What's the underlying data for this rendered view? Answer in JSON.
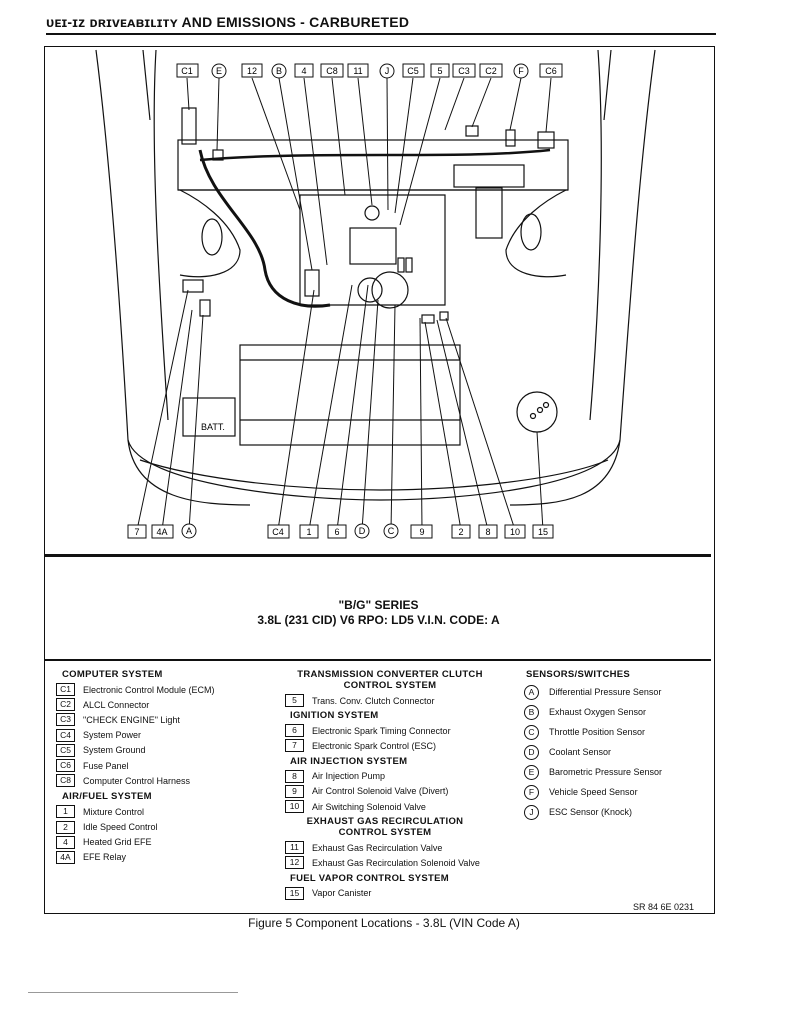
{
  "header": {
    "title": "ᴜᴇɪ-ɪᴢ ᴅʀɪᴠᴇᴀʙɪʟɪᴛʏ AND EMISSIONS - CARBURETED"
  },
  "diagram": {
    "top_labels": [
      "C1",
      "E",
      "12",
      "B",
      "4",
      "C8",
      "11",
      "J",
      "C5",
      "5",
      "C3",
      "C2",
      "F",
      "C6"
    ],
    "bottom_labels": [
      "7",
      "4A",
      "A",
      "C4",
      "1",
      "6",
      "D",
      "C",
      "9",
      "2",
      "8",
      "10",
      "15"
    ],
    "battery_label": "BATT."
  },
  "title_block": {
    "series": "\"B/G\" SERIES",
    "engine": "3.8L (231 CID) V6   RPO: LD5   V.I.N. CODE: A"
  },
  "legend": {
    "computer_system": {
      "heading": "COMPUTER SYSTEM",
      "items": [
        {
          "code": "C1",
          "label": "Electronic Control Module (ECM)"
        },
        {
          "code": "C2",
          "label": "ALCL Connector"
        },
        {
          "code": "C3",
          "label": "\"CHECK ENGINE\" Light"
        },
        {
          "code": "C4",
          "label": "System Power"
        },
        {
          "code": "C5",
          "label": "System Ground"
        },
        {
          "code": "C6",
          "label": "Fuse Panel"
        },
        {
          "code": "C8",
          "label": "Computer Control Harness"
        }
      ]
    },
    "air_fuel": {
      "heading": "AIR/FUEL SYSTEM",
      "items": [
        {
          "code": "1",
          "label": "Mixture Control"
        },
        {
          "code": "2",
          "label": "Idle Speed Control"
        },
        {
          "code": "4",
          "label": "Heated Grid EFE"
        },
        {
          "code": "4A",
          "label": "EFE Relay"
        }
      ]
    },
    "tcc": {
      "heading": "TRANSMISSION CONVERTER CLUTCH CONTROL SYSTEM",
      "items": [
        {
          "code": "5",
          "label": "Trans. Conv. Clutch Connector"
        }
      ]
    },
    "ignition": {
      "heading": "IGNITION SYSTEM",
      "items": [
        {
          "code": "6",
          "label": "Electronic Spark Timing Connector"
        },
        {
          "code": "7",
          "label": "Electronic Spark Control (ESC)"
        }
      ]
    },
    "air_injection": {
      "heading": "AIR INJECTION SYSTEM",
      "items": [
        {
          "code": "8",
          "label": "Air Injection Pump"
        },
        {
          "code": "9",
          "label": "Air Control Solenoid Valve (Divert)"
        },
        {
          "code": "10",
          "label": "Air Switching Solenoid Valve"
        }
      ]
    },
    "egr": {
      "heading": "EXHAUST GAS RECIRCULATION CONTROL SYSTEM",
      "items": [
        {
          "code": "11",
          "label": "Exhaust Gas Recirculation Valve"
        },
        {
          "code": "12",
          "label": "Exhaust Gas Recirculation Solenoid Valve"
        }
      ]
    },
    "fuel_vapor": {
      "heading": "FUEL VAPOR CONTROL SYSTEM",
      "items": [
        {
          "code": "15",
          "label": "Vapor Canister"
        }
      ]
    },
    "sensors": {
      "heading": "SENSORS/SWITCHES",
      "items": [
        {
          "code": "A",
          "label": "Differential Pressure Sensor"
        },
        {
          "code": "B",
          "label": "Exhaust Oxygen Sensor"
        },
        {
          "code": "C",
          "label": "Throttle Position Sensor"
        },
        {
          "code": "D",
          "label": "Coolant Sensor"
        },
        {
          "code": "E",
          "label": "Barometric Pressure Sensor"
        },
        {
          "code": "F",
          "label": "Vehicle Speed Sensor"
        },
        {
          "code": "J",
          "label": "ESC Sensor (Knock)"
        }
      ]
    }
  },
  "reference": "SR 84 6E 0231",
  "caption": "Figure 5 Component Locations - 3.8L (VIN Code A)"
}
